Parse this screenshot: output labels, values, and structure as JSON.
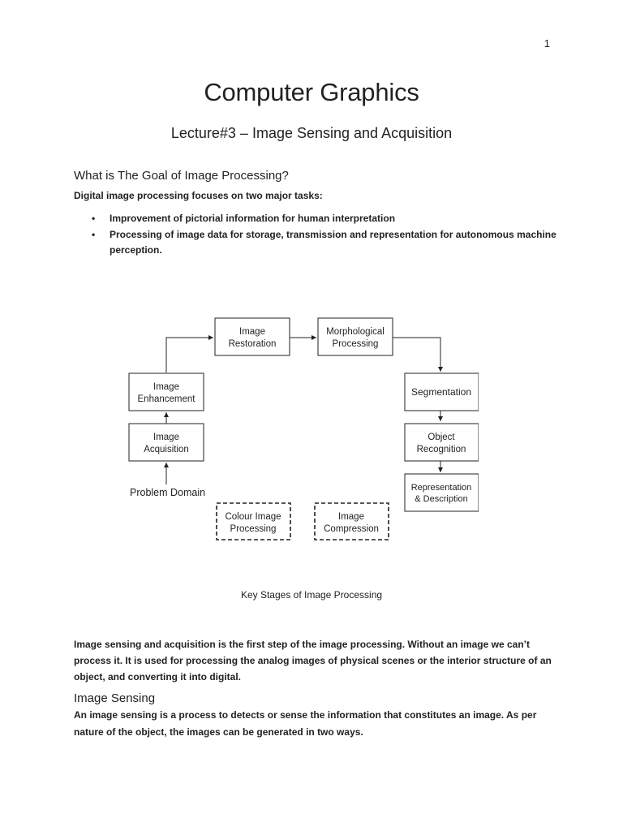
{
  "page_number": "1",
  "title": "Computer Graphics",
  "subtitle": "Lecture#3 – Image Sensing and Acquisition",
  "section1": {
    "heading": "What is The Goal of Image Processing?",
    "intro": "Digital image processing focuses on two major tasks:",
    "bullets": [
      "Improvement of pictorial information for human interpretation",
      "Processing of image data for storage, transmission and representation for autonomous machine perception."
    ]
  },
  "diagram": {
    "nodes": {
      "image_restoration": [
        "Image",
        "Restoration"
      ],
      "morphological_processing": [
        "Morphological",
        "Processing"
      ],
      "image_enhancement": [
        "Image",
        "Enhancement"
      ],
      "segmentation": [
        "Segmentation"
      ],
      "image_acquisition": [
        "Image",
        "Acquisition"
      ],
      "object_recognition": [
        "Object",
        "Recognition"
      ],
      "representation_description": [
        "Representation",
        "& Description"
      ],
      "colour_image_processing": [
        "Colour Image",
        "Processing"
      ],
      "image_compression": [
        "Image",
        "Compression"
      ]
    },
    "problem_domain": "Problem Domain",
    "caption": "Key Stages of Image Processing"
  },
  "body_paragraph": "Image sensing and acquisition is the first step of the image processing. Without an image we can’t process it.  It is used for processing the analog images of physical scenes or the interior structure of an object, and converting it into digital.",
  "section2": {
    "heading": "Image Sensing",
    "text": "An image sensing is a process to detects or sense the information that constitutes an image. As per nature of the object, the images can be generated in two ways."
  }
}
